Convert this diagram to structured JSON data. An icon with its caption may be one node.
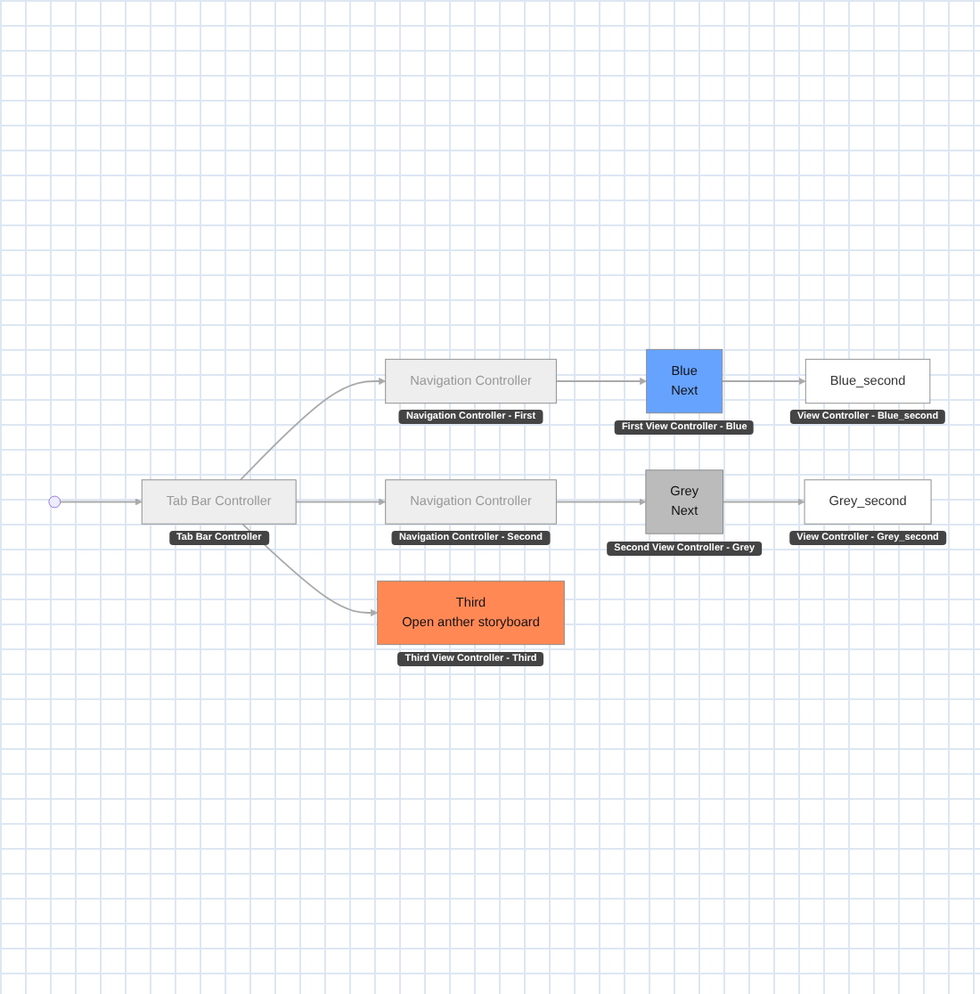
{
  "diagram": {
    "nodes": [
      {
        "text": [
          "Tab Bar Controller"
        ],
        "beside": [
          "Tab Bar Controller"
        ]
      },
      {
        "text": [
          "Navigation Controller"
        ],
        "beside": [
          "Navigation Controller - First"
        ]
      },
      {
        "text": [
          "Blue",
          "Next"
        ],
        "beside": [
          "First View Controller - Blue"
        ]
      },
      {
        "text": [
          "Blue_second"
        ],
        "beside": [
          "View Controller - Blue_second"
        ]
      },
      {
        "text": [
          "Navigation Controller"
        ],
        "beside": [
          "Navigation Controller - Second"
        ]
      },
      {
        "text": [
          "Grey",
          "Next"
        ],
        "beside": [
          "Second View Controller - Grey"
        ]
      },
      {
        "text": [
          "Grey_second"
        ],
        "beside": [
          "View Controller - Grey_second"
        ]
      },
      {
        "text": [
          "Third",
          "Open anther storyboard"
        ],
        "beside": [
          "Third View Controller - Third"
        ]
      }
    ],
    "edges": [
      {
        "from": null,
        "to": 0,
        "arrow": "to"
      },
      {
        "from": 0,
        "to": 1,
        "arrow": "to"
      },
      {
        "from": 0,
        "to": 4,
        "arrow": "to"
      },
      {
        "from": 0,
        "to": 7,
        "arrow": "to"
      },
      {
        "from": 1,
        "to": 2,
        "arrow": "to"
      },
      {
        "from": 2,
        "to": 3,
        "arrow": "to"
      },
      {
        "from": 4,
        "to": 5,
        "arrow": "to"
      },
      {
        "from": 5,
        "to": 6,
        "arrow": "to"
      }
    ]
  }
}
